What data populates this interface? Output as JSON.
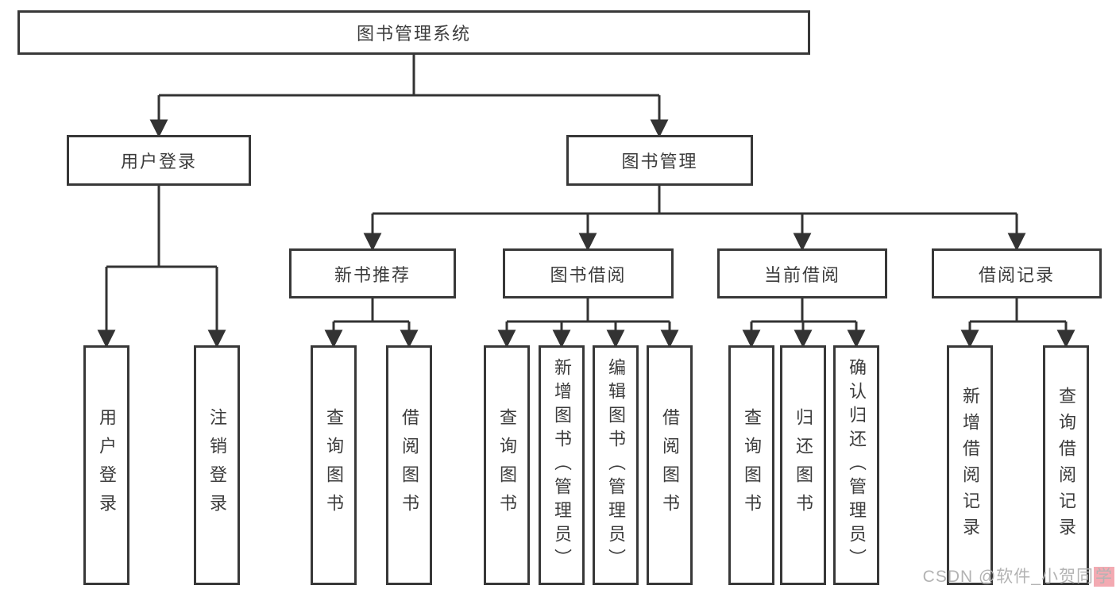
{
  "diagram": {
    "root": {
      "label": "图书管理系统"
    },
    "level2": [
      {
        "label": "用户登录",
        "children": [
          {
            "label": "用户登录"
          },
          {
            "label": "注销登录"
          }
        ]
      },
      {
        "label": "图书管理",
        "modules": [
          {
            "label": "新书推荐",
            "children": [
              {
                "label": "查询图书"
              },
              {
                "label": "借阅图书"
              }
            ]
          },
          {
            "label": "图书借阅",
            "children": [
              {
                "label": "查询图书"
              },
              {
                "label": "新增图书（管理员）"
              },
              {
                "label": "编辑图书（管理员）"
              },
              {
                "label": "借阅图书"
              }
            ]
          },
          {
            "label": "当前借阅",
            "children": [
              {
                "label": "查询图书"
              },
              {
                "label": "归还图书"
              },
              {
                "label": "确认归还（管理员）"
              }
            ]
          },
          {
            "label": "借阅记录",
            "children": [
              {
                "label": "新增借阅记录"
              },
              {
                "label": "查询借阅记录"
              }
            ]
          }
        ]
      }
    ]
  },
  "watermark": {
    "prefix": "CSDN @软件_小贺同",
    "highlight": "学",
    "text_color": "#b3b3b3",
    "highlight_bg": "#f3aab2"
  },
  "colors": {
    "line": "#333333",
    "box_border": "#383838",
    "text": "#3c3c3c",
    "background": "#ffffff"
  }
}
